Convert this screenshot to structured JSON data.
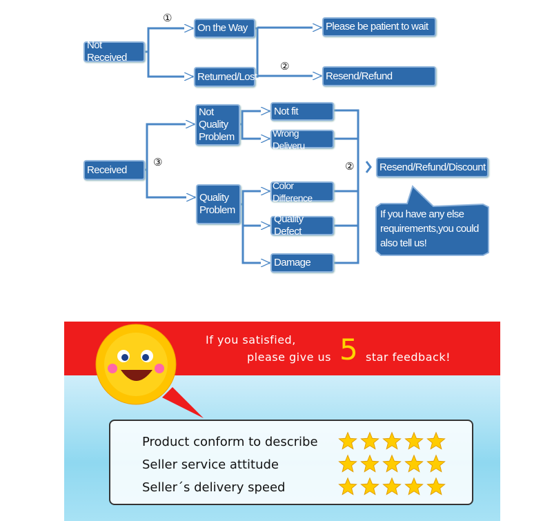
{
  "flow_not_received": {
    "root": "Not Received",
    "step1_marker": "①",
    "step2_marker": "②",
    "on_the_way": "On the Way",
    "returned_lost": "Returned/Lost",
    "wait": "Please be patient to wait",
    "resend_refund": "Resend/Refund"
  },
  "flow_received": {
    "root": "Received",
    "step3_marker": "③",
    "step2_marker": "②",
    "not_quality_problem": "Not Quality Problem",
    "quality_problem": "Quality Problem",
    "not_fit": "Not fit",
    "wrong_delivery": "Wrong Deliveru",
    "color_difference": "Color Difference",
    "quality_defect": "Quality Defect",
    "damage": "Damage",
    "outcome": "Resend/Refund/Discount",
    "note": "If you have any else requirements,you could also tell us!"
  },
  "feedback": {
    "line1": "If you satisfied,",
    "line2_prefix": "please give us",
    "number": "5",
    "line2_suffix": "star feedback!",
    "ratings": [
      {
        "label": "Product conform to describe",
        "stars": 5
      },
      {
        "label": "Seller service attitude",
        "stars": 5
      },
      {
        "label": "Seller´s delivery speed",
        "stars": 5
      }
    ],
    "colors": {
      "band": "#ee1c1c",
      "number": "#ffd400",
      "star": "#ffcc00",
      "box": "#2d6aab"
    }
  }
}
